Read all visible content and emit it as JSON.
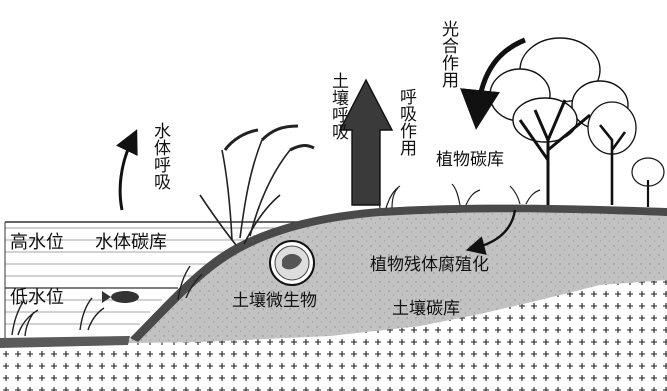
{
  "labels": {
    "high_water": "高水位",
    "low_water": "低水位",
    "water_carbon": "水体碳库",
    "water_respiration": "水体呼吸",
    "soil_respiration": "土壤呼吸",
    "respiration": "呼吸作用",
    "photosynthesis": "光合作用",
    "plant_carbon": "植物碳库",
    "residue_humification": "植物残体腐殖化",
    "soil_microbes": "土壤微生物",
    "soil_carbon": "土壤碳库"
  },
  "colors": {
    "ink": "#111111",
    "soil": "#bdbdbd",
    "bedrock": "#ffffff",
    "litter": "#4a4a4a",
    "water_line": "#555555"
  }
}
